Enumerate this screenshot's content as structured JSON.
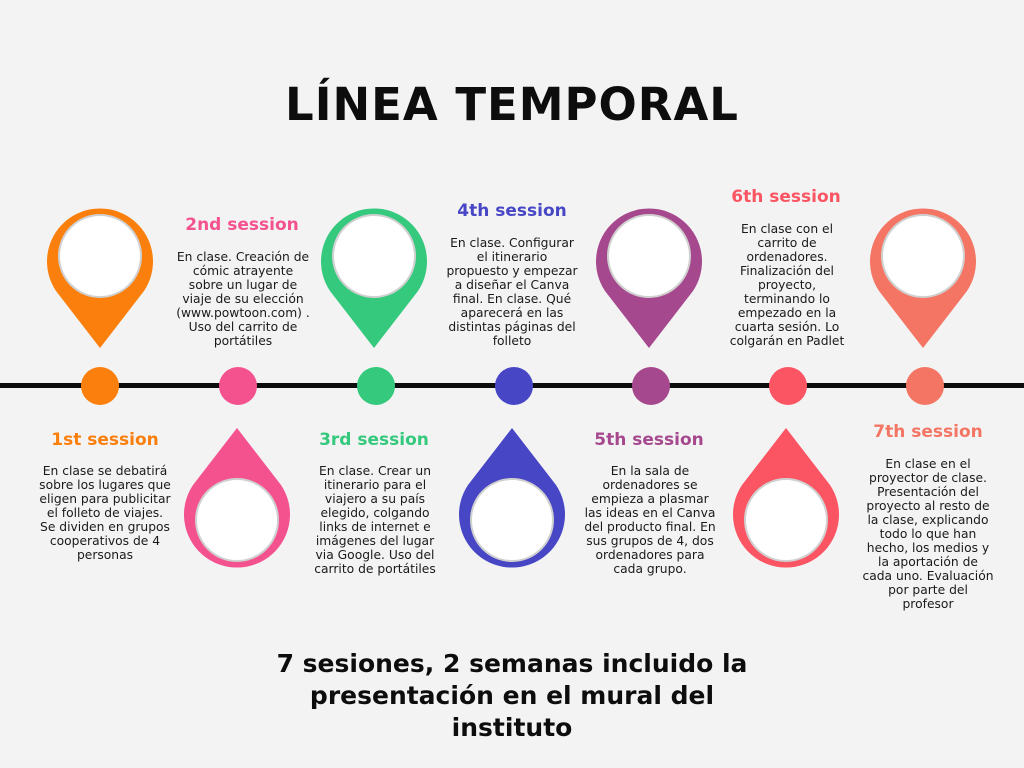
{
  "title": "LÍNEA TEMPORAL",
  "colors": {
    "s1": "#fb7f0c",
    "s2": "#f4518f",
    "s3": "#34c97d",
    "s4": "#4747c6",
    "s5": "#a6488e",
    "s6": "#fb5463",
    "s7": "#f47564",
    "line": "#0d0d0d"
  },
  "sessions": [
    {
      "heading": "1st session",
      "text": "En clase se debatirá sobre los lugares que eligen para publicitar el folleto de viajes. Se dividen en grupos cooperativos de 4 personas"
    },
    {
      "heading": "2nd session",
      "text": "En clase. Creación de cómic atrayente sobre un lugar de viaje de su elección (www.powtoon.com) . Uso del carrito de portátiles"
    },
    {
      "heading": "3rd session",
      "text": "En clase. Crear un itinerario para el viajero a su país elegido, colgando links de internet e imágenes del lugar via Google. Uso del carrito de portátiles"
    },
    {
      "heading": "4th session",
      "text": "En clase. Configurar el itinerario propuesto y empezar a diseñar el Canva final. En clase. Qué aparecerá en las distintas páginas del folleto"
    },
    {
      "heading": "5th session",
      "text": "En la sala de ordenadores se empieza a plasmar las ideas en el Canva del producto final. En sus grupos de 4, dos ordenadores para cada grupo."
    },
    {
      "heading": "6th session",
      "text": "En clase con el carrito de ordenadores. Finalización del proyecto, terminando lo empezado en la cuarta sesión. Lo colgarán en Padlet"
    },
    {
      "heading": "7th session",
      "text": "En clase en el proyector de clase. Presentación del proyecto al resto de la clase, explicando todo lo que han hecho, los medios y la aportación de cada uno. Evaluación por parte del profesor"
    }
  ],
  "footer": "7 sesiones, 2 semanas incluido la presentación en el mural del instituto"
}
